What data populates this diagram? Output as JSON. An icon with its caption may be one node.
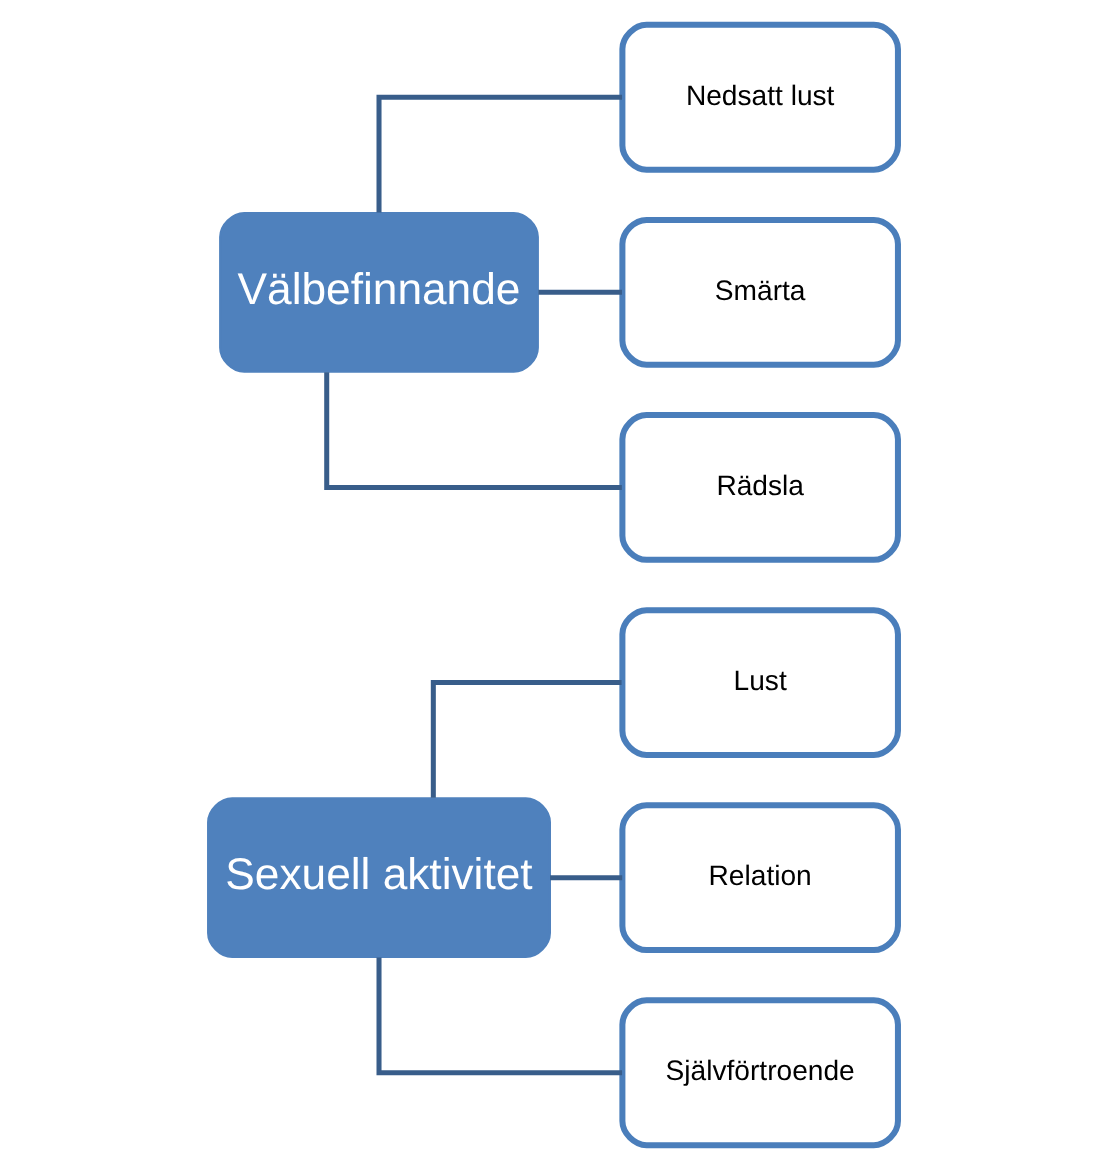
{
  "diagram": {
    "nodes": [
      {
        "text": [
          "Sexuell aktivitet"
        ]
      },
      {
        "text": [
          "Lust"
        ]
      },
      {
        "text": [
          "Relation"
        ]
      },
      {
        "text": [
          "Självförtroende"
        ]
      },
      {
        "text": [
          "Välbefinnande"
        ]
      },
      {
        "text": [
          "Nedsatt lust"
        ]
      },
      {
        "text": [
          "Smärta"
        ]
      },
      {
        "text": [
          "Rädsla"
        ]
      }
    ],
    "edges": [
      {
        "from": 0,
        "to": 1,
        "arrow": "none"
      },
      {
        "from": 0,
        "to": 2,
        "arrow": "none"
      },
      {
        "from": 0,
        "to": 3,
        "arrow": "none"
      },
      {
        "from": 4,
        "to": 5,
        "arrow": "none"
      },
      {
        "from": 4,
        "to": 6,
        "arrow": "none"
      },
      {
        "from": 4,
        "to": 7,
        "arrow": "none"
      }
    ]
  }
}
